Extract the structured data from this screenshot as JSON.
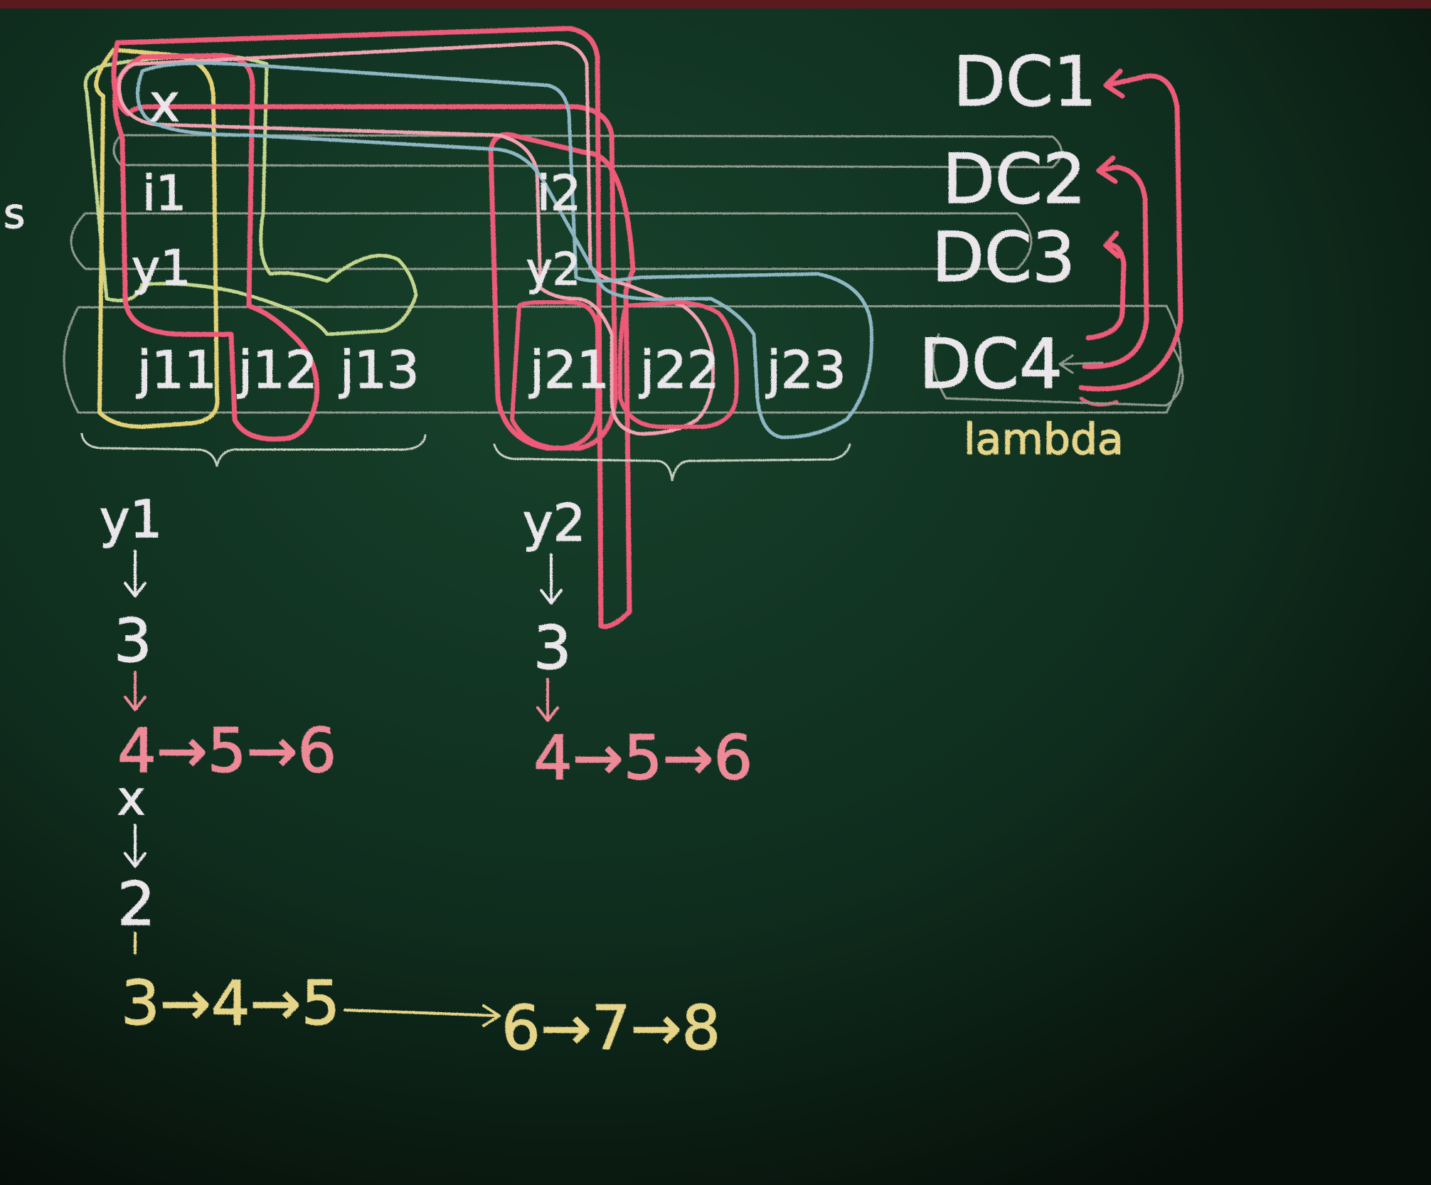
{
  "colors": {
    "board": "#0b1f14",
    "chalk_white": "#eae6ea",
    "chalk_pink": "#ee5a78",
    "chalk_light_pink": "#f2a2b0",
    "chalk_yellow": "#e2d176",
    "chalk_green": "#c4d68e",
    "chalk_blue": "#8fb7c3",
    "chalk_grey": "#8f9a8d"
  },
  "board": {
    "margin_fragment": "s",
    "top_node": "x",
    "nodes": {
      "i1": "i1",
      "y1": "y1",
      "i2": "i2",
      "y2": "y2"
    },
    "leaves": [
      "j11",
      "j12",
      "j13",
      "j21",
      "j22",
      "j23"
    ],
    "dc_labels": [
      "DC1",
      "DC2",
      "DC3",
      "DC4"
    ],
    "lambda_label": "lambda",
    "chain_left_1": {
      "start": "y1",
      "step": "3",
      "row": "4→5→6"
    },
    "chain_right": {
      "start": "y2",
      "step": "3",
      "row": "4→5→6"
    },
    "chain_left_2": {
      "start": "x",
      "step": "2",
      "row_left": "3→4→5",
      "row_right": "6→7→8"
    }
  }
}
